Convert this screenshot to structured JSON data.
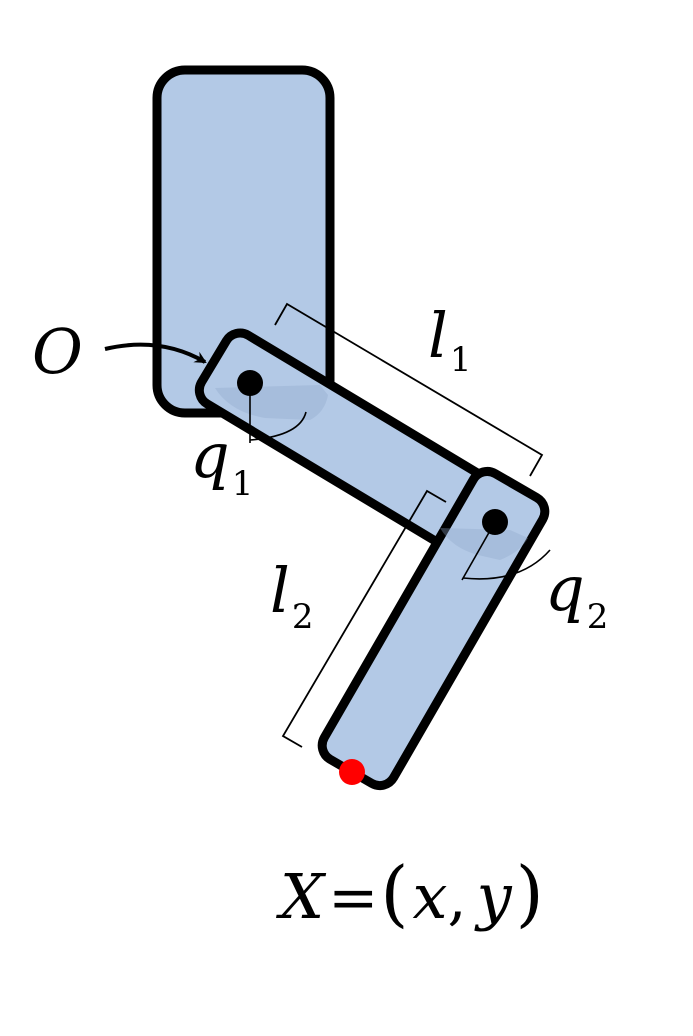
{
  "labels": {
    "origin": "O",
    "l1": {
      "base": "l",
      "sub": "1"
    },
    "l2": {
      "base": "l",
      "sub": "2"
    },
    "q1": {
      "base": "q",
      "sub": "1"
    },
    "q2": {
      "base": "q",
      "sub": "2"
    },
    "end_effector": {
      "var": "X",
      "eq": "=",
      "open": "(",
      "x": "x",
      "comma": ",",
      "y": "y",
      "close": ")"
    }
  },
  "colors": {
    "link_fill": "#b3c9e6",
    "overlap_shadow": "#8ea6c8",
    "outline": "#000000",
    "joint": "#000000",
    "end_point": "#ff0000",
    "background": "#ffffff"
  }
}
